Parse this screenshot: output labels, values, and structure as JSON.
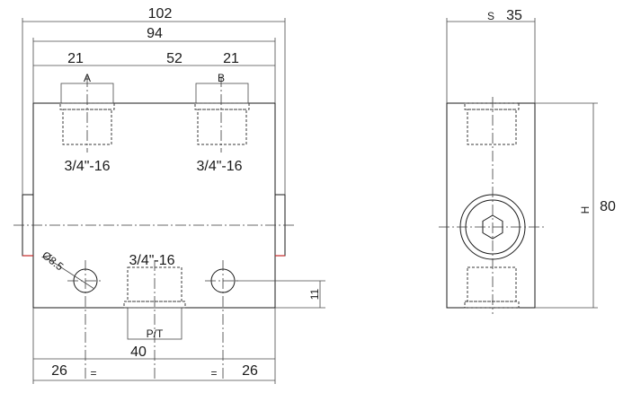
{
  "front_view": {
    "dim_overall_width": "102",
    "dim_body_width": "94",
    "dim_port_a_offset": "21",
    "dim_port_spacing": "52",
    "dim_port_b_offset": "21",
    "port_a_label": "A",
    "port_b_label": "B",
    "thread_port_a": "3/4\"-16",
    "thread_port_b": "3/4\"-16",
    "thread_port_pt": "3/4\"-16",
    "mount_hole_diameter": "Ø8.5",
    "dim_hole_height": "11",
    "port_pt_label": "P/T",
    "dim_hole_spacing": "40",
    "dim_left_hole": "26",
    "dim_right_hole": "26",
    "equal_mark_left": "=",
    "equal_mark_right": "="
  },
  "side_view": {
    "dim_width_label": "S",
    "dim_width": "35",
    "dim_height_label": "H",
    "dim_height": "80"
  }
}
